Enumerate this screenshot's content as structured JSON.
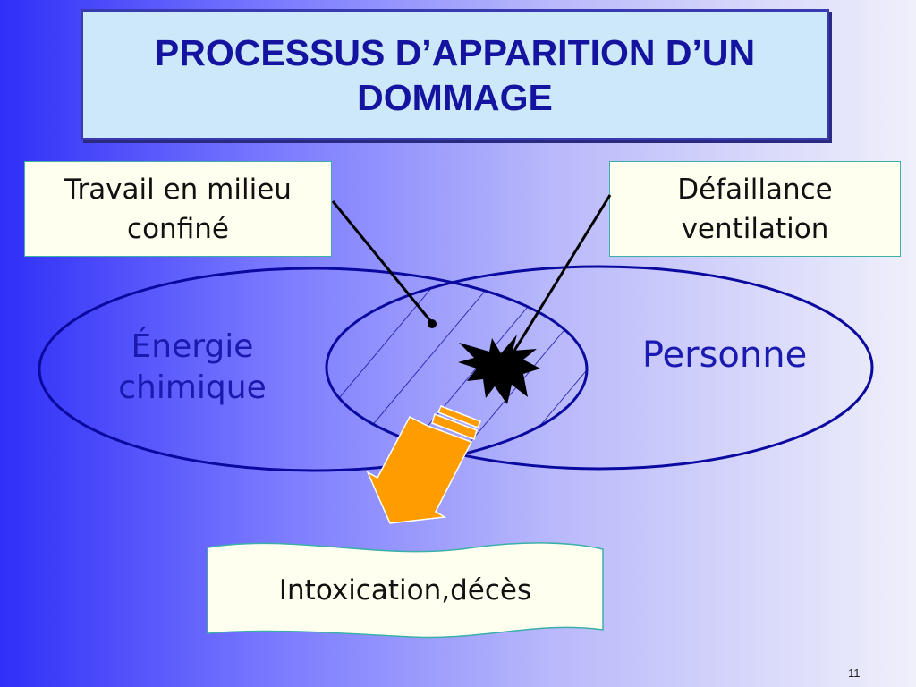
{
  "title": "PROCESSUS D’APPARITION D’UN DOMMAGE",
  "box_left": "Travail en milieu confiné",
  "box_right": "Défaillance ventilation",
  "ellipse_left": "Énergie chimique",
  "ellipse_right": "Personne",
  "outcome": "Intoxication,décès",
  "page_number": "11",
  "colors": {
    "title_text": "#1414a0",
    "arrow": "#ff9c00",
    "ellipse": "#0a0aa0"
  }
}
